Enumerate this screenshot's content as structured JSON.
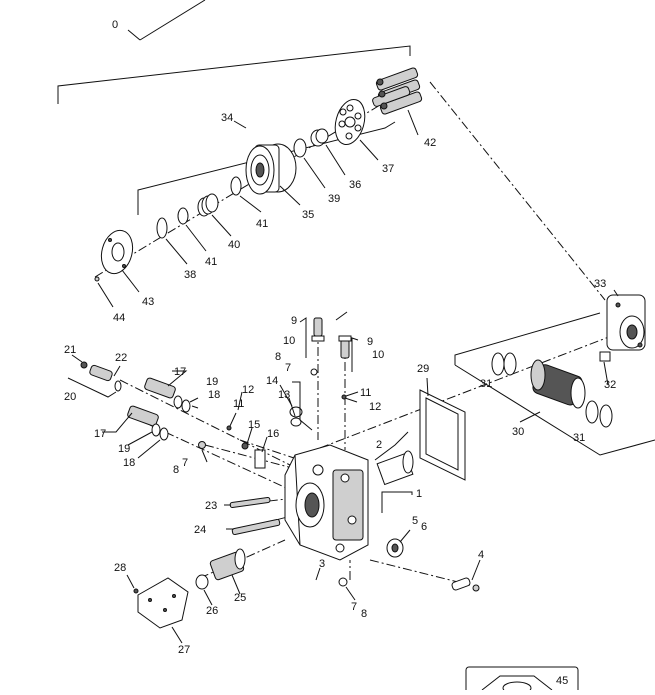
{
  "diagram": {
    "labels": [
      {
        "id": "lbl-0",
        "text": "0"
      },
      {
        "id": "lbl-34",
        "text": "34"
      },
      {
        "id": "lbl-42",
        "text": "42"
      },
      {
        "id": "lbl-37",
        "text": "37"
      },
      {
        "id": "lbl-36",
        "text": "36"
      },
      {
        "id": "lbl-39",
        "text": "39"
      },
      {
        "id": "lbl-35",
        "text": "35"
      },
      {
        "id": "lbl-41a",
        "text": "41"
      },
      {
        "id": "lbl-40",
        "text": "40"
      },
      {
        "id": "lbl-41b",
        "text": "41"
      },
      {
        "id": "lbl-38",
        "text": "38"
      },
      {
        "id": "lbl-43",
        "text": "43"
      },
      {
        "id": "lbl-44",
        "text": "44"
      },
      {
        "id": "lbl-33",
        "text": "33"
      },
      {
        "id": "lbl-9a",
        "text": "9"
      },
      {
        "id": "lbl-10a",
        "text": "10"
      },
      {
        "id": "lbl-9b",
        "text": "9"
      },
      {
        "id": "lbl-10b",
        "text": "10"
      },
      {
        "id": "lbl-8a",
        "text": "8"
      },
      {
        "id": "lbl-7a",
        "text": "7"
      },
      {
        "id": "lbl-29",
        "text": "29"
      },
      {
        "id": "lbl-32",
        "text": "32"
      },
      {
        "id": "lbl-31a",
        "text": "31"
      },
      {
        "id": "lbl-21",
        "text": "21"
      },
      {
        "id": "lbl-22",
        "text": "22"
      },
      {
        "id": "lbl-20",
        "text": "20"
      },
      {
        "id": "lbl-17a",
        "text": "17"
      },
      {
        "id": "lbl-19a",
        "text": "19"
      },
      {
        "id": "lbl-18a",
        "text": "18"
      },
      {
        "id": "lbl-12a",
        "text": "12"
      },
      {
        "id": "lbl-14",
        "text": "14"
      },
      {
        "id": "lbl-13",
        "text": "13"
      },
      {
        "id": "lbl-11a",
        "text": "11"
      },
      {
        "id": "lbl-11b",
        "text": "11"
      },
      {
        "id": "lbl-12b",
        "text": "12"
      },
      {
        "id": "lbl-30",
        "text": "30"
      },
      {
        "id": "lbl-31b",
        "text": "31"
      },
      {
        "id": "lbl-17b",
        "text": "17"
      },
      {
        "id": "lbl-19b",
        "text": "19"
      },
      {
        "id": "lbl-18b",
        "text": "18"
      },
      {
        "id": "lbl-15",
        "text": "15"
      },
      {
        "id": "lbl-16",
        "text": "16"
      },
      {
        "id": "lbl-2",
        "text": "2"
      },
      {
        "id": "lbl-8b",
        "text": "8"
      },
      {
        "id": "lbl-7b",
        "text": "7"
      },
      {
        "id": "lbl-1",
        "text": "1"
      },
      {
        "id": "lbl-23",
        "text": "23"
      },
      {
        "id": "lbl-24",
        "text": "24"
      },
      {
        "id": "lbl-5",
        "text": "5"
      },
      {
        "id": "lbl-6",
        "text": "6"
      },
      {
        "id": "lbl-3",
        "text": "3"
      },
      {
        "id": "lbl-4",
        "text": "4"
      },
      {
        "id": "lbl-28",
        "text": "28"
      },
      {
        "id": "lbl-26",
        "text": "26"
      },
      {
        "id": "lbl-25",
        "text": "25"
      },
      {
        "id": "lbl-7c",
        "text": "7"
      },
      {
        "id": "lbl-8c",
        "text": "8"
      },
      {
        "id": "lbl-27",
        "text": "27"
      },
      {
        "id": "lbl-45",
        "text": "45"
      }
    ]
  }
}
